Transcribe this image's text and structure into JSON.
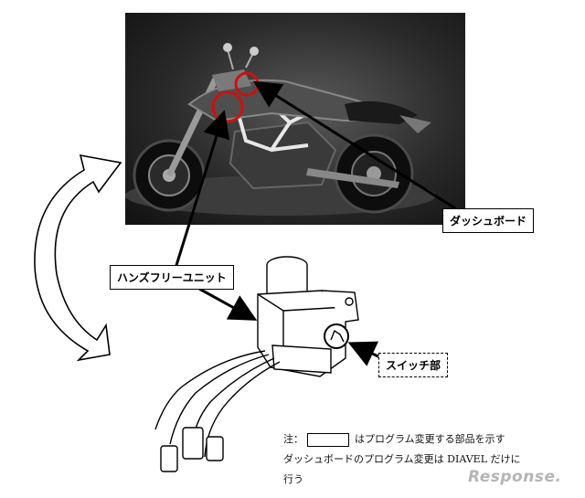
{
  "labels": {
    "dashboard": "ダッシュボード",
    "handsfree_unit": "ハンズフリーユニット",
    "switch_part": "スイッチ部"
  },
  "note": {
    "prefix": "注：",
    "line1_suffix": "はプログラム変更する部品を示す",
    "line2": "ダッシュボードのプログラム変更は DIAVEL だけに",
    "line3": "行う"
  },
  "watermark": "Response.",
  "colors": {
    "highlight_circle": "#cc1111",
    "photo_background": "#2a2a2a"
  }
}
